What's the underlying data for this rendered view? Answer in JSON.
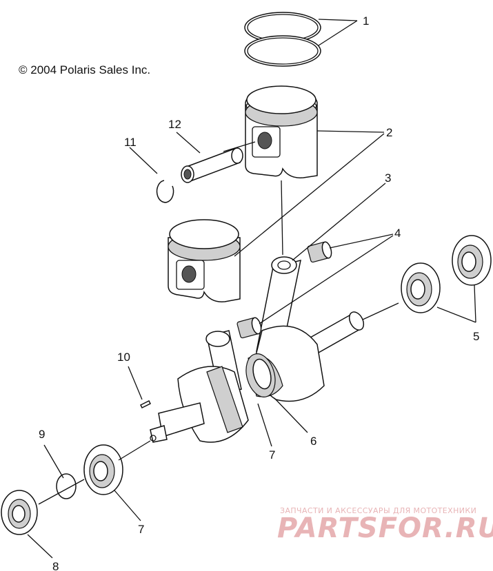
{
  "copyright": "© 2004 Polaris Sales Inc.",
  "callouts": [
    {
      "id": "1",
      "label": "1"
    },
    {
      "id": "2",
      "label": "2"
    },
    {
      "id": "3",
      "label": "3"
    },
    {
      "id": "4",
      "label": "4"
    },
    {
      "id": "5",
      "label": "5"
    },
    {
      "id": "6",
      "label": "6"
    },
    {
      "id": "7a",
      "label": "7"
    },
    {
      "id": "7b",
      "label": "7"
    },
    {
      "id": "8",
      "label": "8"
    },
    {
      "id": "9",
      "label": "9"
    },
    {
      "id": "10",
      "label": "10"
    },
    {
      "id": "11",
      "label": "11"
    },
    {
      "id": "12",
      "label": "12"
    }
  ],
  "watermark": {
    "subtitle": "ЗАПЧАСТИ И АКСЕССУАРЫ ДЛЯ МОТОТЕХНИКИ",
    "logo": "PARTSFOR.RU",
    "color": "#e8b4b6"
  }
}
